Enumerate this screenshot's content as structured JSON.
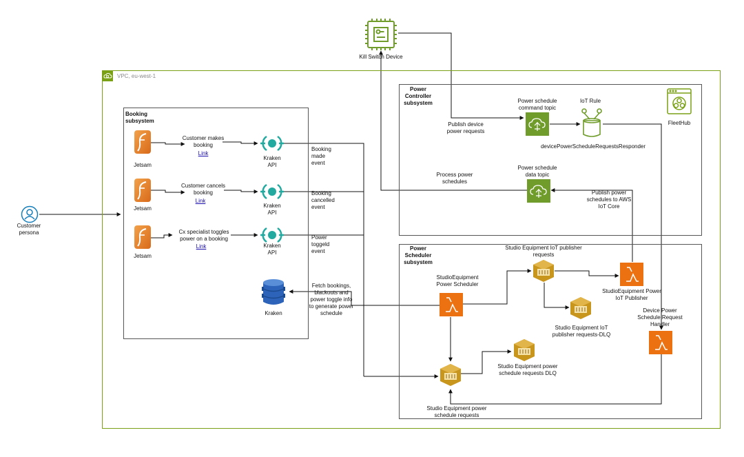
{
  "kill_switch": {
    "label": "Kill Switch Device"
  },
  "vpc": {
    "label": "VPC, eu-west-1"
  },
  "customer": {
    "label": "Customer persona"
  },
  "booking": {
    "title": "Booking subsystem",
    "jetsam_label": "Jetsam",
    "kraken_api_label": "Kraken API",
    "rows": [
      {
        "action": "Customer makes booking",
        "link": "Link",
        "event": "Booking made event"
      },
      {
        "action": "Customer cancels booking",
        "link": "Link",
        "event": "Booking cancelled event"
      },
      {
        "action": "Cx specialist toggles power on a booking",
        "link": "Link",
        "event": "Power toggeld event"
      }
    ],
    "kraken_db_label": "Kraken",
    "fetch_label": "Fetch bookings, blackouts and power toggle info to generate power schedule"
  },
  "power_controller": {
    "title": "Power Controller subsystem",
    "publish_requests_label": "Publish device power requests",
    "command_topic_label": "Power schedule command topic",
    "iot_rule_label": "IoT Rule",
    "responder_label": "devicePowerScheduleRequestsResponder",
    "fleethub_label": "FleetHub",
    "process_label": "Process power schedules",
    "data_topic_label": "Power schedule data topic",
    "publish_schedules_label": "Publish power schedules to AWS IoT Core"
  },
  "power_scheduler": {
    "title": "Power Scheduler subsystem",
    "publisher_requests_label": "Studio Equipment IoT publisher requests",
    "iot_publisher_label": "StudioEquipment Power IoT Publisher",
    "scheduler_label": "StudioEquipment Power Scheduler",
    "dlq_label": "Studio Equipment IoT publisher requests-DLQ",
    "request_handler_label": "Device Power Schedule Request Handler",
    "schedule_requests_dlq_label": "Studio Equipment power schedule requests DLQ",
    "schedule_requests_label": "Studio Equipment power schedule requests"
  },
  "colors": {
    "vpc_border": "#7aa116",
    "iot_green": "#6f9c2a",
    "lambda_orange": "#ec7211",
    "sqs_gold": "#c8951d",
    "dynamo_blue": "#2d63b8",
    "kraken_teal": "#22a9a0",
    "jetsam_orange": "#e8862a",
    "customer_blue": "#147eba",
    "fleethub_green": "#7aa116"
  }
}
